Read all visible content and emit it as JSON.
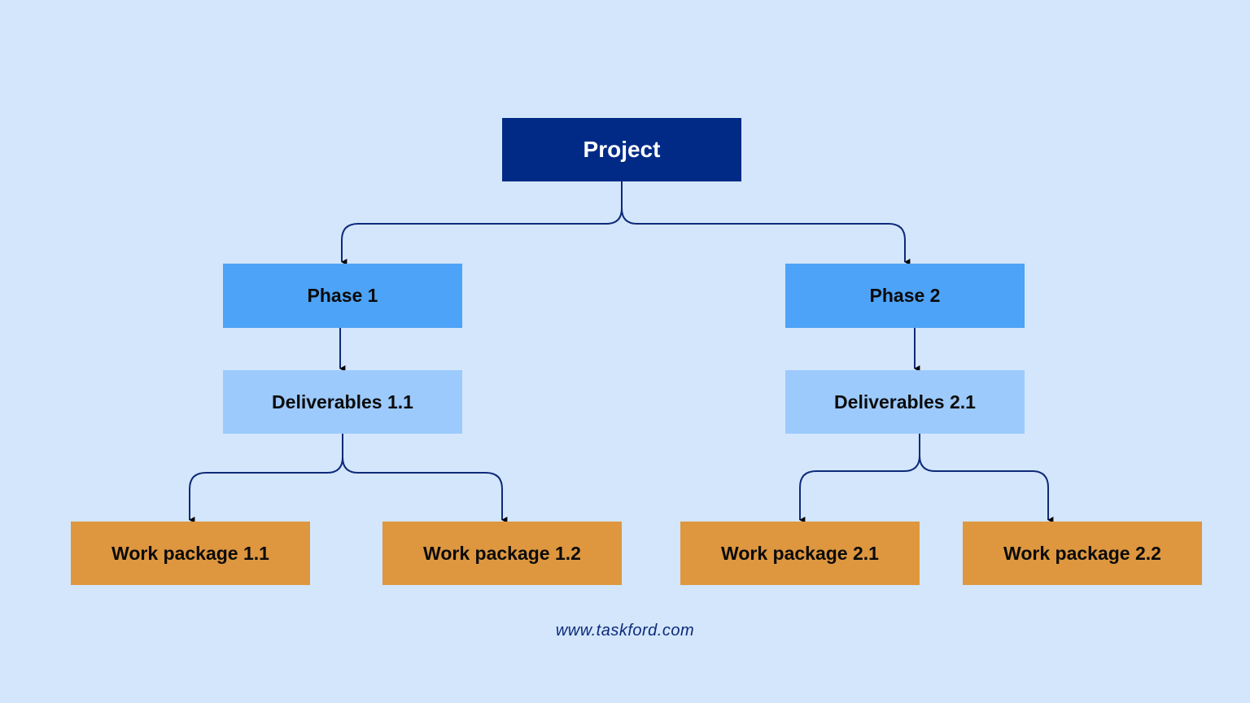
{
  "colors": {
    "background": "#d3e6fc",
    "root_fill": "#002a85",
    "root_text": "#ffffff",
    "phase_fill": "#4da3f7",
    "deliverable_fill": "#9ccafd",
    "work_package_fill": "#de973f",
    "node_text": "#0b0b0b",
    "connector": "#0e2a78",
    "footer_text": "#0d2a7a"
  },
  "wbs": {
    "root": {
      "label": "Project"
    },
    "phases": [
      {
        "label": "Phase 1",
        "deliverable": "Deliverables 1.1",
        "work_packages": [
          "Work package 1.1",
          "Work package 1.2"
        ]
      },
      {
        "label": "Phase 2",
        "deliverable": "Deliverables 2.1",
        "work_packages": [
          "Work package 2.1",
          "Work package 2.2"
        ]
      }
    ]
  },
  "footer": {
    "website": "www.taskford.com"
  }
}
